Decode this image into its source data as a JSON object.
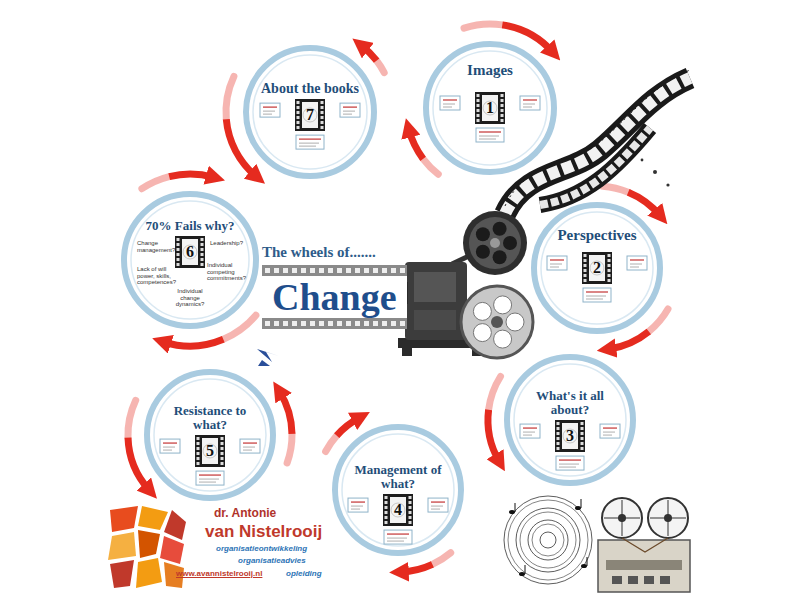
{
  "diagram": {
    "nodes": [
      {
        "text": [
          "The wheels of.......",
          "Change"
        ]
      },
      {
        "text": [
          "Images"
        ]
      },
      {
        "text": [
          "1"
        ],
        "in": 1
      },
      {
        "text": [
          "Perspectives"
        ]
      },
      {
        "text": [
          "2"
        ],
        "in": 3
      },
      {
        "text": [
          "What's it all about?"
        ]
      },
      {
        "text": [
          "3"
        ],
        "in": 5
      },
      {
        "text": [
          "Management of what?"
        ]
      },
      {
        "text": [
          "4"
        ],
        "in": 7
      },
      {
        "text": [
          "Resistance to what?"
        ]
      },
      {
        "text": [
          "5"
        ],
        "in": 9
      },
      {
        "text": [
          "70% Fails why?"
        ]
      },
      {
        "text": [
          "6"
        ],
        "in": 11
      },
      {
        "text": [
          "About the books"
        ]
      },
      {
        "text": [
          "7"
        ],
        "in": 13
      }
    ],
    "labels": [
      "Change management?",
      "Leadership?",
      "Lack of will power, skills, competences?",
      "Individual competing commitments?",
      "Individual change dynamics?",
      "dr. Antonie",
      "van Nistelrooij",
      "organisatieontwikkeling",
      "organisatieadvies",
      "www.avannistelrooij.nl",
      "opleiding"
    ]
  }
}
